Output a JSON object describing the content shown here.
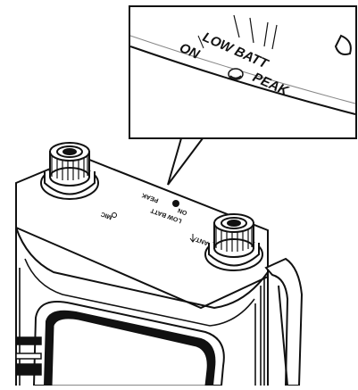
{
  "callout": {
    "on_label": "ON",
    "low_batt_label": "LOW BATT",
    "peak_label": "PEAK"
  },
  "device": {
    "mic_label": "MIC",
    "low_batt_label": "LOW BATT",
    "on_label": "ON",
    "peak_label": "PEAK",
    "ant_label": "ANT."
  }
}
